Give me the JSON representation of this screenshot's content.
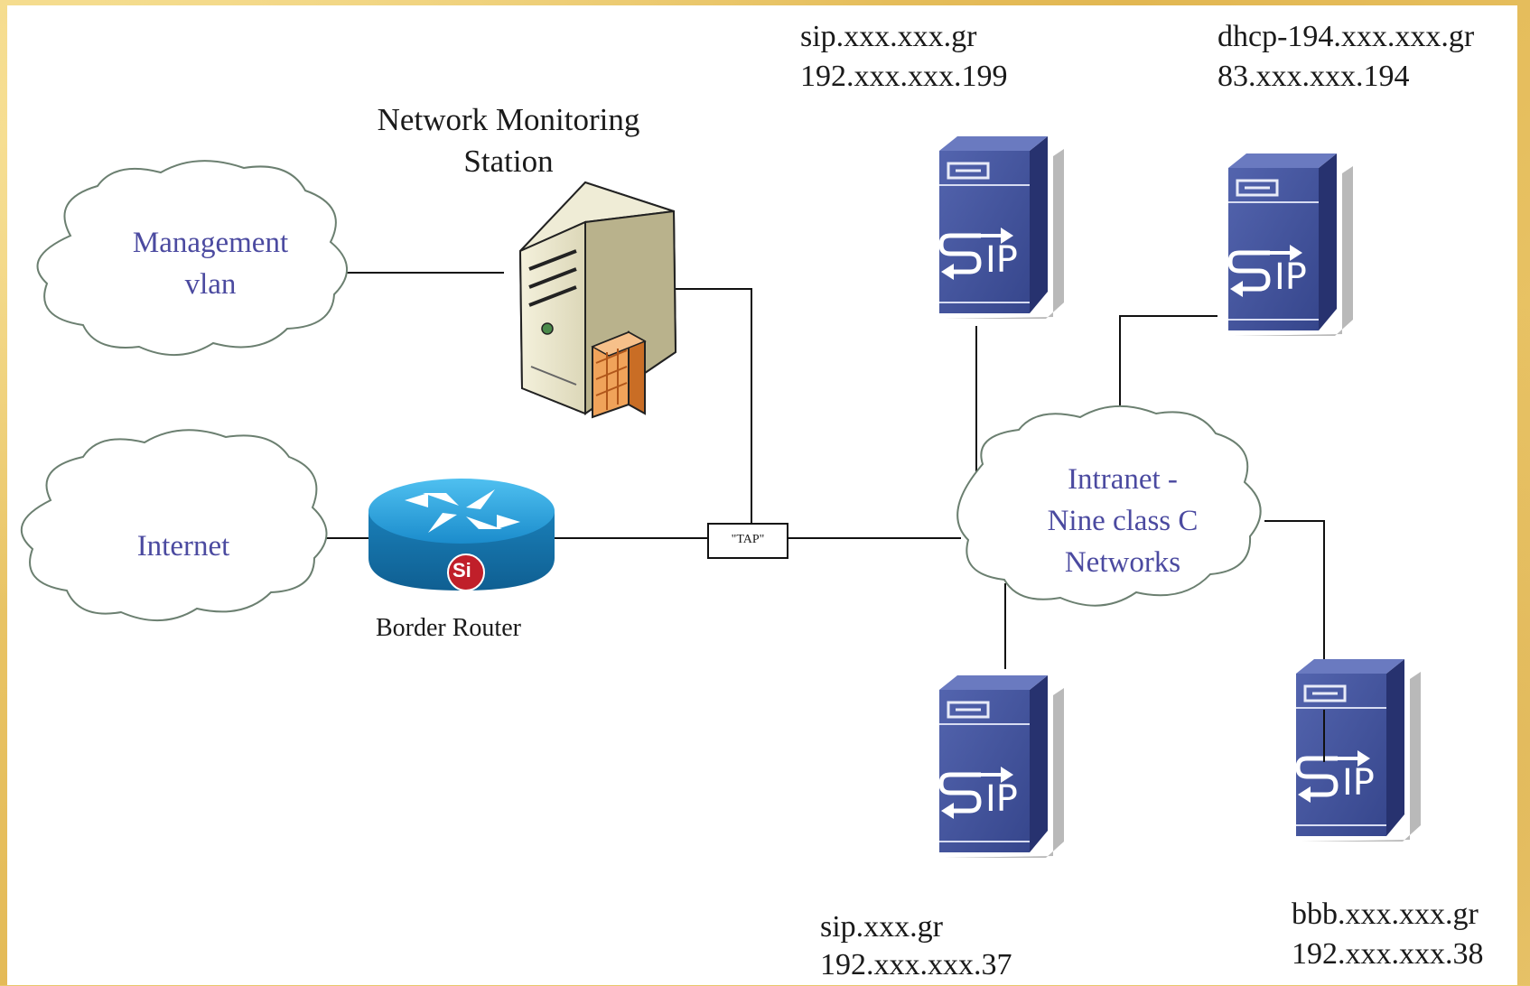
{
  "clouds": {
    "management": "Management\nvlan",
    "internet": "Internet",
    "intranet": "Intranet -\nNine class C\nNetworks"
  },
  "station": {
    "label": "Network Monitoring\nStation"
  },
  "router": {
    "label": "Border Router",
    "badge": "Si"
  },
  "tap": {
    "label": "\"TAP\""
  },
  "servers": [
    {
      "host": "sip.xxx.xxx.gr",
      "ip": "192.xxx.xxx.199"
    },
    {
      "host": "dhcp-194.xxx.xxx.gr",
      "ip": "83.xxx.xxx.194"
    },
    {
      "host": "sip.xxx.gr",
      "ip": "192.xxx.xxx.37"
    },
    {
      "host": "bbb.xxx.xxx.gr",
      "ip": "192.xxx.xxx.38"
    }
  ],
  "colors": {
    "cloud_text": "#4b4aa0",
    "sip_blue": "#3f4f9a",
    "router_blue": "#1a8fc8",
    "firewall_orange": "#e8893a"
  }
}
